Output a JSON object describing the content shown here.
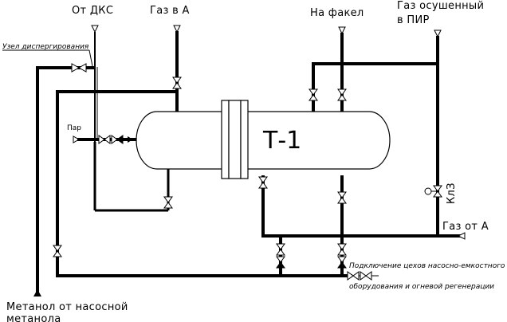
{
  "labels": {
    "from_dks": "От ДКС",
    "gas_to_a": "Газ в А",
    "to_flare": "На факел",
    "dried_gas_line1": "Газ осушенный",
    "dried_gas_line2": "в ПИР",
    "dispersion_unit": "Узел диспергирования",
    "steam": "Пар",
    "vessel_tag": "Т-1",
    "valve_klz": "КлЗ",
    "gas_from_a": "Газ от А",
    "connection_line1": "Подключение цехов насосно-емкостного",
    "connection_line2": "оборудования и огневой регенерации",
    "methanol_line1": "Метанол от насосной",
    "methanol_line2": "метанола"
  }
}
